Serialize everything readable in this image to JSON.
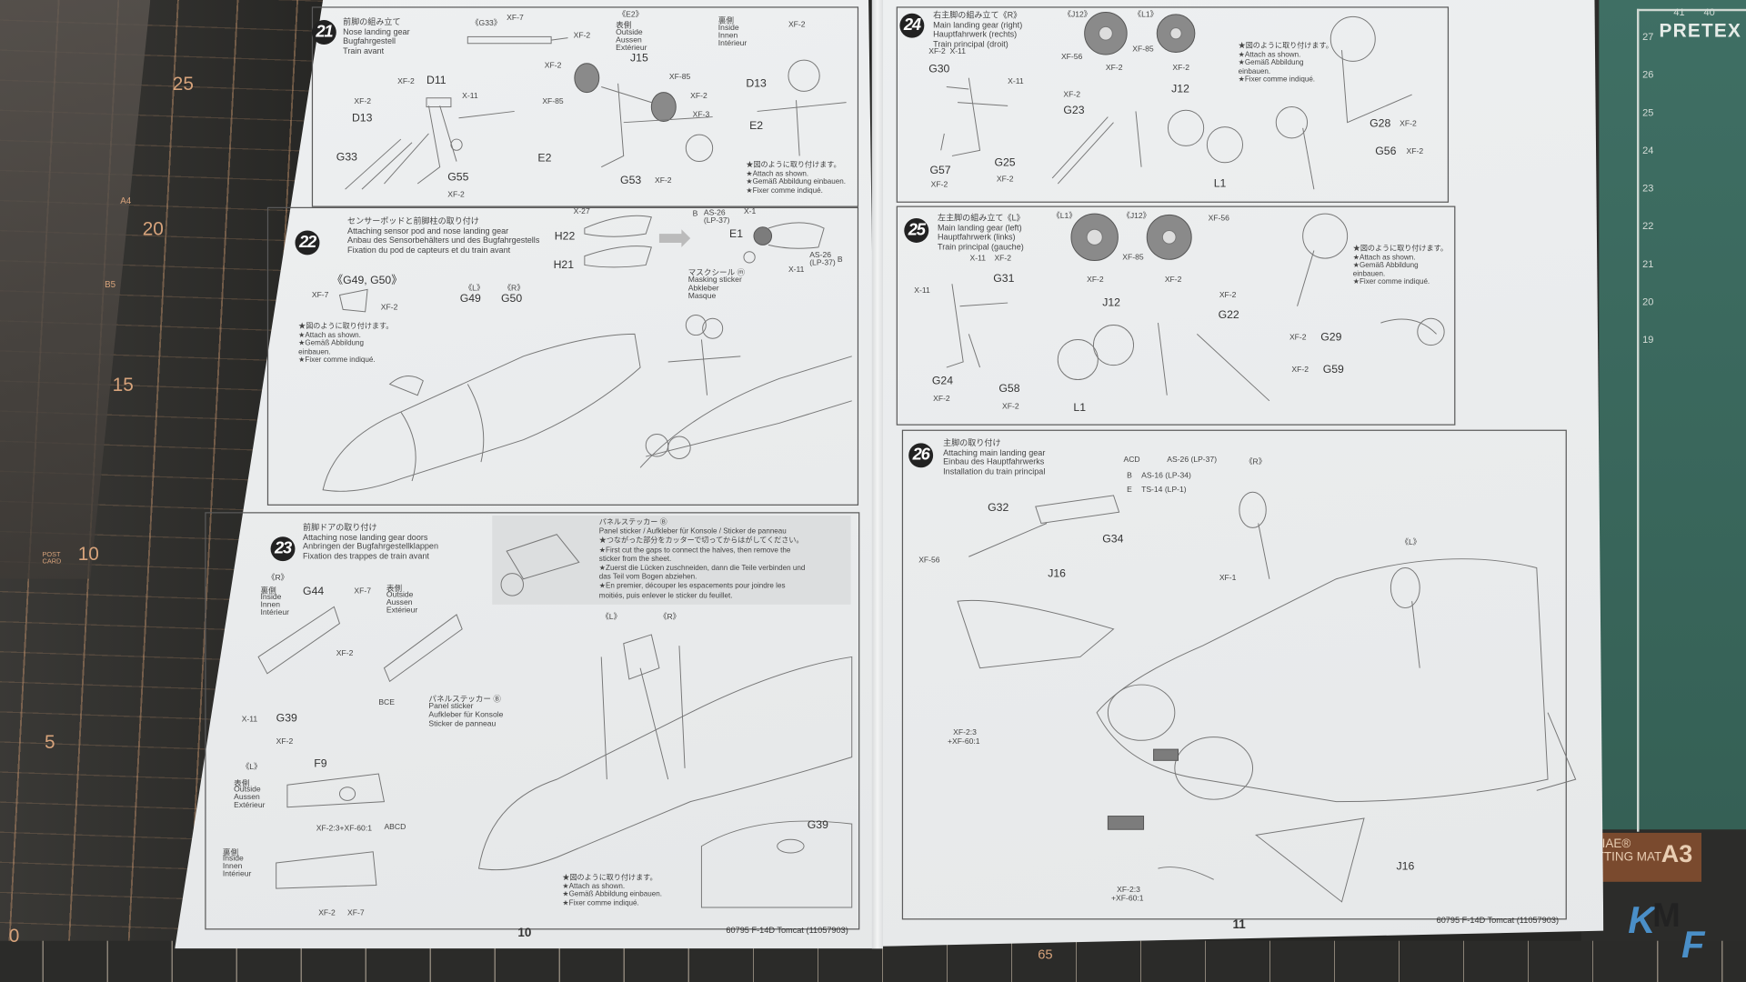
{
  "mat": {
    "ruler_numbers": [
      "25",
      "20",
      "15",
      "10",
      "5",
      "0"
    ],
    "paper_marks": [
      "A4",
      "B5",
      "POST CARD"
    ],
    "bottom_number": "65",
    "green_mat_brand": "PRETEX",
    "green_mat_numbers": [
      "41",
      "40",
      "27",
      "26",
      "25",
      "24",
      "23",
      "22",
      "21",
      "20",
      "19"
    ],
    "fitting_mat_brand": "SPIAE®",
    "fitting_mat_label": "FITTING MAT",
    "fitting_mat_size": "A3",
    "watermark_logo": "KMF",
    "colors": {
      "mat_dark": "#2a2a28",
      "grid_lines": "#d7a37b",
      "green_mat": "#3f6f64"
    }
  },
  "pages": {
    "left": {
      "number": "10",
      "product_code": "60795 F-14D Tomcat (11057903)"
    },
    "right": {
      "number": "11",
      "product_code": "60795 F-14D Tomcat (11057903)"
    }
  },
  "panels": [
    {
      "step": "21",
      "jp": "前脚の組み立て",
      "en": "Nose landing gear",
      "de": "Bugfahrgestell",
      "fr": "Train avant",
      "labels": [
        "《G33》",
        "XF-7",
        "XF-2",
        "《E2》",
        "表側",
        "Outside",
        "Aussen",
        "Extérieur",
        "裏側",
        "Inside",
        "Innen",
        "Intérieur",
        "XF-2",
        "XF-2",
        "D11",
        "X-11",
        "XF-2",
        "D13",
        "G33",
        "G55",
        "XF-2",
        "J15",
        "XF-2",
        "XF-85",
        "XF-85",
        "XF-2",
        "XF-3",
        "E2",
        "G53",
        "XF-2",
        "D13",
        "E2"
      ],
      "notes": [
        "★図のように取り付けます。",
        "★Attach as shown.",
        "★Gemäß Abbildung einbauen.",
        "★Fixer comme indiqué."
      ]
    },
    {
      "step": "22",
      "jp": "センサーポッドと前脚柱の取り付け",
      "en": "Attaching sensor pod and nose landing gear",
      "de": "Anbau des Sensorbehälters und des Bugfahrgestells",
      "fr": "Fixation du pod de capteurs et du train avant",
      "labels": [
        "X-27",
        "H22",
        "H21",
        "B",
        "AS-26",
        "(LP-37)",
        "X-1",
        "E1",
        "AS-26",
        "(LP-37)",
        "B",
        "X-11",
        "マスクシール ⓜ",
        "Masking sticker",
        "Abkleber",
        "Masque",
        "《G49, G50》",
        "XF-7",
        "XF-2",
        "《L》",
        "G49",
        "《R》",
        "G50"
      ],
      "notes": [
        "★図のように取り付けます。",
        "★Attach as shown.",
        "★Gemäß Abbildung",
        "einbauen.",
        "★Fixer comme indiqué."
      ]
    },
    {
      "step": "23",
      "jp": "前脚ドアの取り付け",
      "en": "Attaching nose landing gear doors",
      "de": "Anbringen der Bugfahrgestellklappen",
      "fr": "Fixation des trappes de train avant",
      "labels": [
        "《R》",
        "裏側",
        "Inside",
        "Innen",
        "Intérieur",
        "G44",
        "XF-7",
        "表側",
        "Outside",
        "Aussen",
        "Extérieur",
        "XF-2",
        "X-11",
        "G39",
        "XF-2",
        "BCE",
        "パネルステッカー Ⓑ",
        "Panel sticker",
        "Aufkleber für Konsole",
        "Sticker de panneau",
        "《L》",
        "《R》",
        "《L》",
        "F9",
        "表側",
        "Outside",
        "Aussen",
        "Extérieur",
        "XF-2:3+XF-60:1",
        "ABCD",
        "裏側",
        "Inside",
        "Innen",
        "Intérieur",
        "XF-2",
        "XF-7",
        "G39"
      ],
      "sticker": [
        "パネルステッカー Ⓑ",
        "Panel sticker / Aufkleber für Konsole / Sticker de panneau",
        "★つながった部分をカッターで切ってからはがしてください。",
        "★First cut the gaps to connect the halves, then remove the",
        "sticker from the sheet.",
        "★Zuerst die Lücken zuschneiden, dann die Teile verbinden und",
        "das Teil vom Bogen abziehen.",
        "★En premier, découper les espacements pour joindre les",
        "moitiés, puis enlever le sticker du feuillet."
      ],
      "notes": [
        "★図のように取り付けます。",
        "★Attach as shown.",
        "★Gemäß Abbildung einbauen.",
        "★Fixer comme indiqué."
      ]
    },
    {
      "step": "24",
      "jp": "右主脚の組み立て《R》",
      "en": "Main landing gear (right)",
      "de": "Hauptfahrwerk (rechts)",
      "fr": "Train principal (droit)",
      "labels": [
        "《J12》",
        "《L1》",
        "XF-56",
        "XF-2",
        "XF-85",
        "XF-2",
        "XF-2",
        "X-11",
        "G30",
        "X-11",
        "XF-2",
        "G23",
        "J12",
        "G57",
        "XF-2",
        "G25",
        "XF-2",
        "L1",
        "G28",
        "XF-2",
        "G56",
        "XF-2"
      ],
      "notes": [
        "★図のように取り付けます。",
        "★Attach as shown.",
        "★Gemäß Abbildung",
        "einbauen.",
        "★Fixer comme indiqué."
      ]
    },
    {
      "step": "25",
      "jp": "左主脚の組み立て《L》",
      "en": "Main landing gear (left)",
      "de": "Hauptfahrwerk (links)",
      "fr": "Train principal (gauche)",
      "labels": [
        "《L1》",
        "《J12》",
        "XF-56",
        "XF-2",
        "XF-85",
        "XF-2",
        "X-11",
        "XF-2",
        "G31",
        "X-11",
        "J12",
        "XF-2",
        "G22",
        "G24",
        "XF-2",
        "G58",
        "XF-2",
        "L1",
        "XF-2",
        "G29",
        "XF-2",
        "G59"
      ],
      "notes": [
        "★図のように取り付けます。",
        "★Attach as shown.",
        "★Gemäß Abbildung",
        "einbauen.",
        "★Fixer comme indiqué."
      ]
    },
    {
      "step": "26",
      "jp": "主脚の取り付け",
      "en": "Attaching main landing gear",
      "de": "Einbau des Hauptfahrwerks",
      "fr": "Installation du train principal",
      "labels": [
        "ACD",
        "AS-26 (LP-37)",
        "B",
        "AS-16 (LP-34)",
        "E",
        "TS-14 (LP-1)",
        "《R》",
        "G32",
        "G34",
        "XF-56",
        "J16",
        "XF-1",
        "《L》",
        "XF-2:3",
        "+XF-60:1",
        "XF-2:3",
        "+XF-60:1",
        "J16"
      ],
      "notes": []
    }
  ]
}
